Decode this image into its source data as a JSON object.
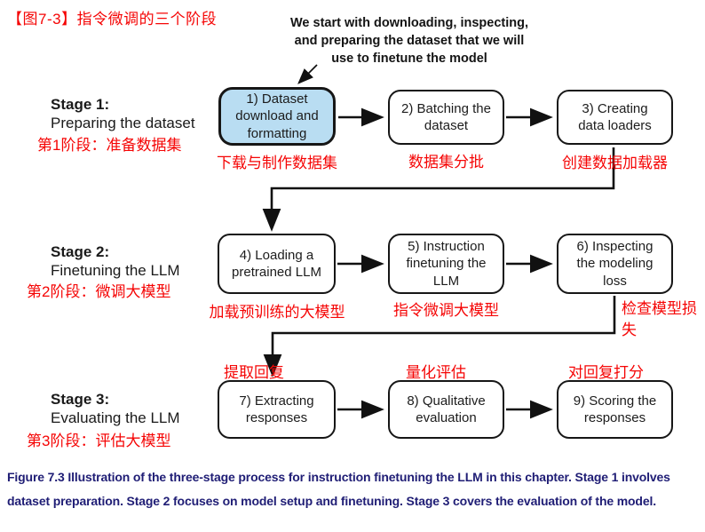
{
  "figure": {
    "title": "【图7-3】指令微调的三个阶段",
    "caption": "Figure 7.3 Illustration of the three-stage process for instruction finetuning the LLM in this chapter. Stage 1 involves dataset preparation. Stage 2 focuses on model setup and finetuning. Stage 3 covers the evaluation of the model."
  },
  "annotation": "We start with downloading, inspecting,\nand preparing the dataset that we will\nuse to finetune the model",
  "stages": [
    {
      "name": "Stage 1:",
      "subtitle": "Preparing the dataset",
      "zh": "第1阶段：准备数据集"
    },
    {
      "name": "Stage 2:",
      "subtitle": "Finetuning the LLM",
      "zh": "第2阶段：微调大模型"
    },
    {
      "name": "Stage 3:",
      "subtitle": "Evaluating the LLM",
      "zh": "第3阶段：评估大模型"
    }
  ],
  "boxes": [
    {
      "label": "1) Dataset\ndownload and\nformatting",
      "zh": "下载与制作数据集",
      "highlighted": true
    },
    {
      "label": "2) Batching the\ndataset",
      "zh": "数据集分批",
      "highlighted": false
    },
    {
      "label": "3) Creating\ndata loaders",
      "zh": "创建数据加载器",
      "highlighted": false
    },
    {
      "label": "4) Loading a\npretrained LLM",
      "zh": "加载预训练的大模型",
      "highlighted": false
    },
    {
      "label": "5) Instruction\nfinetuning the\nLLM",
      "zh": "指令微调大模型",
      "highlighted": false
    },
    {
      "label": "6) Inspecting\nthe modeling\nloss",
      "zh": "检查模型损失",
      "highlighted": false
    },
    {
      "label": "7) Extracting\nresponses",
      "zh": "提取回复",
      "highlighted": false
    },
    {
      "label": "8) Qualitative\nevaluation",
      "zh": "量化评估",
      "highlighted": false
    },
    {
      "label": "9) Scoring the\nresponses",
      "zh": "对回复打分",
      "highlighted": false
    }
  ],
  "colors": {
    "red": "#f50505",
    "navy": "#1f1d75",
    "blue": "#b9ddf2",
    "ink": "#111111"
  }
}
